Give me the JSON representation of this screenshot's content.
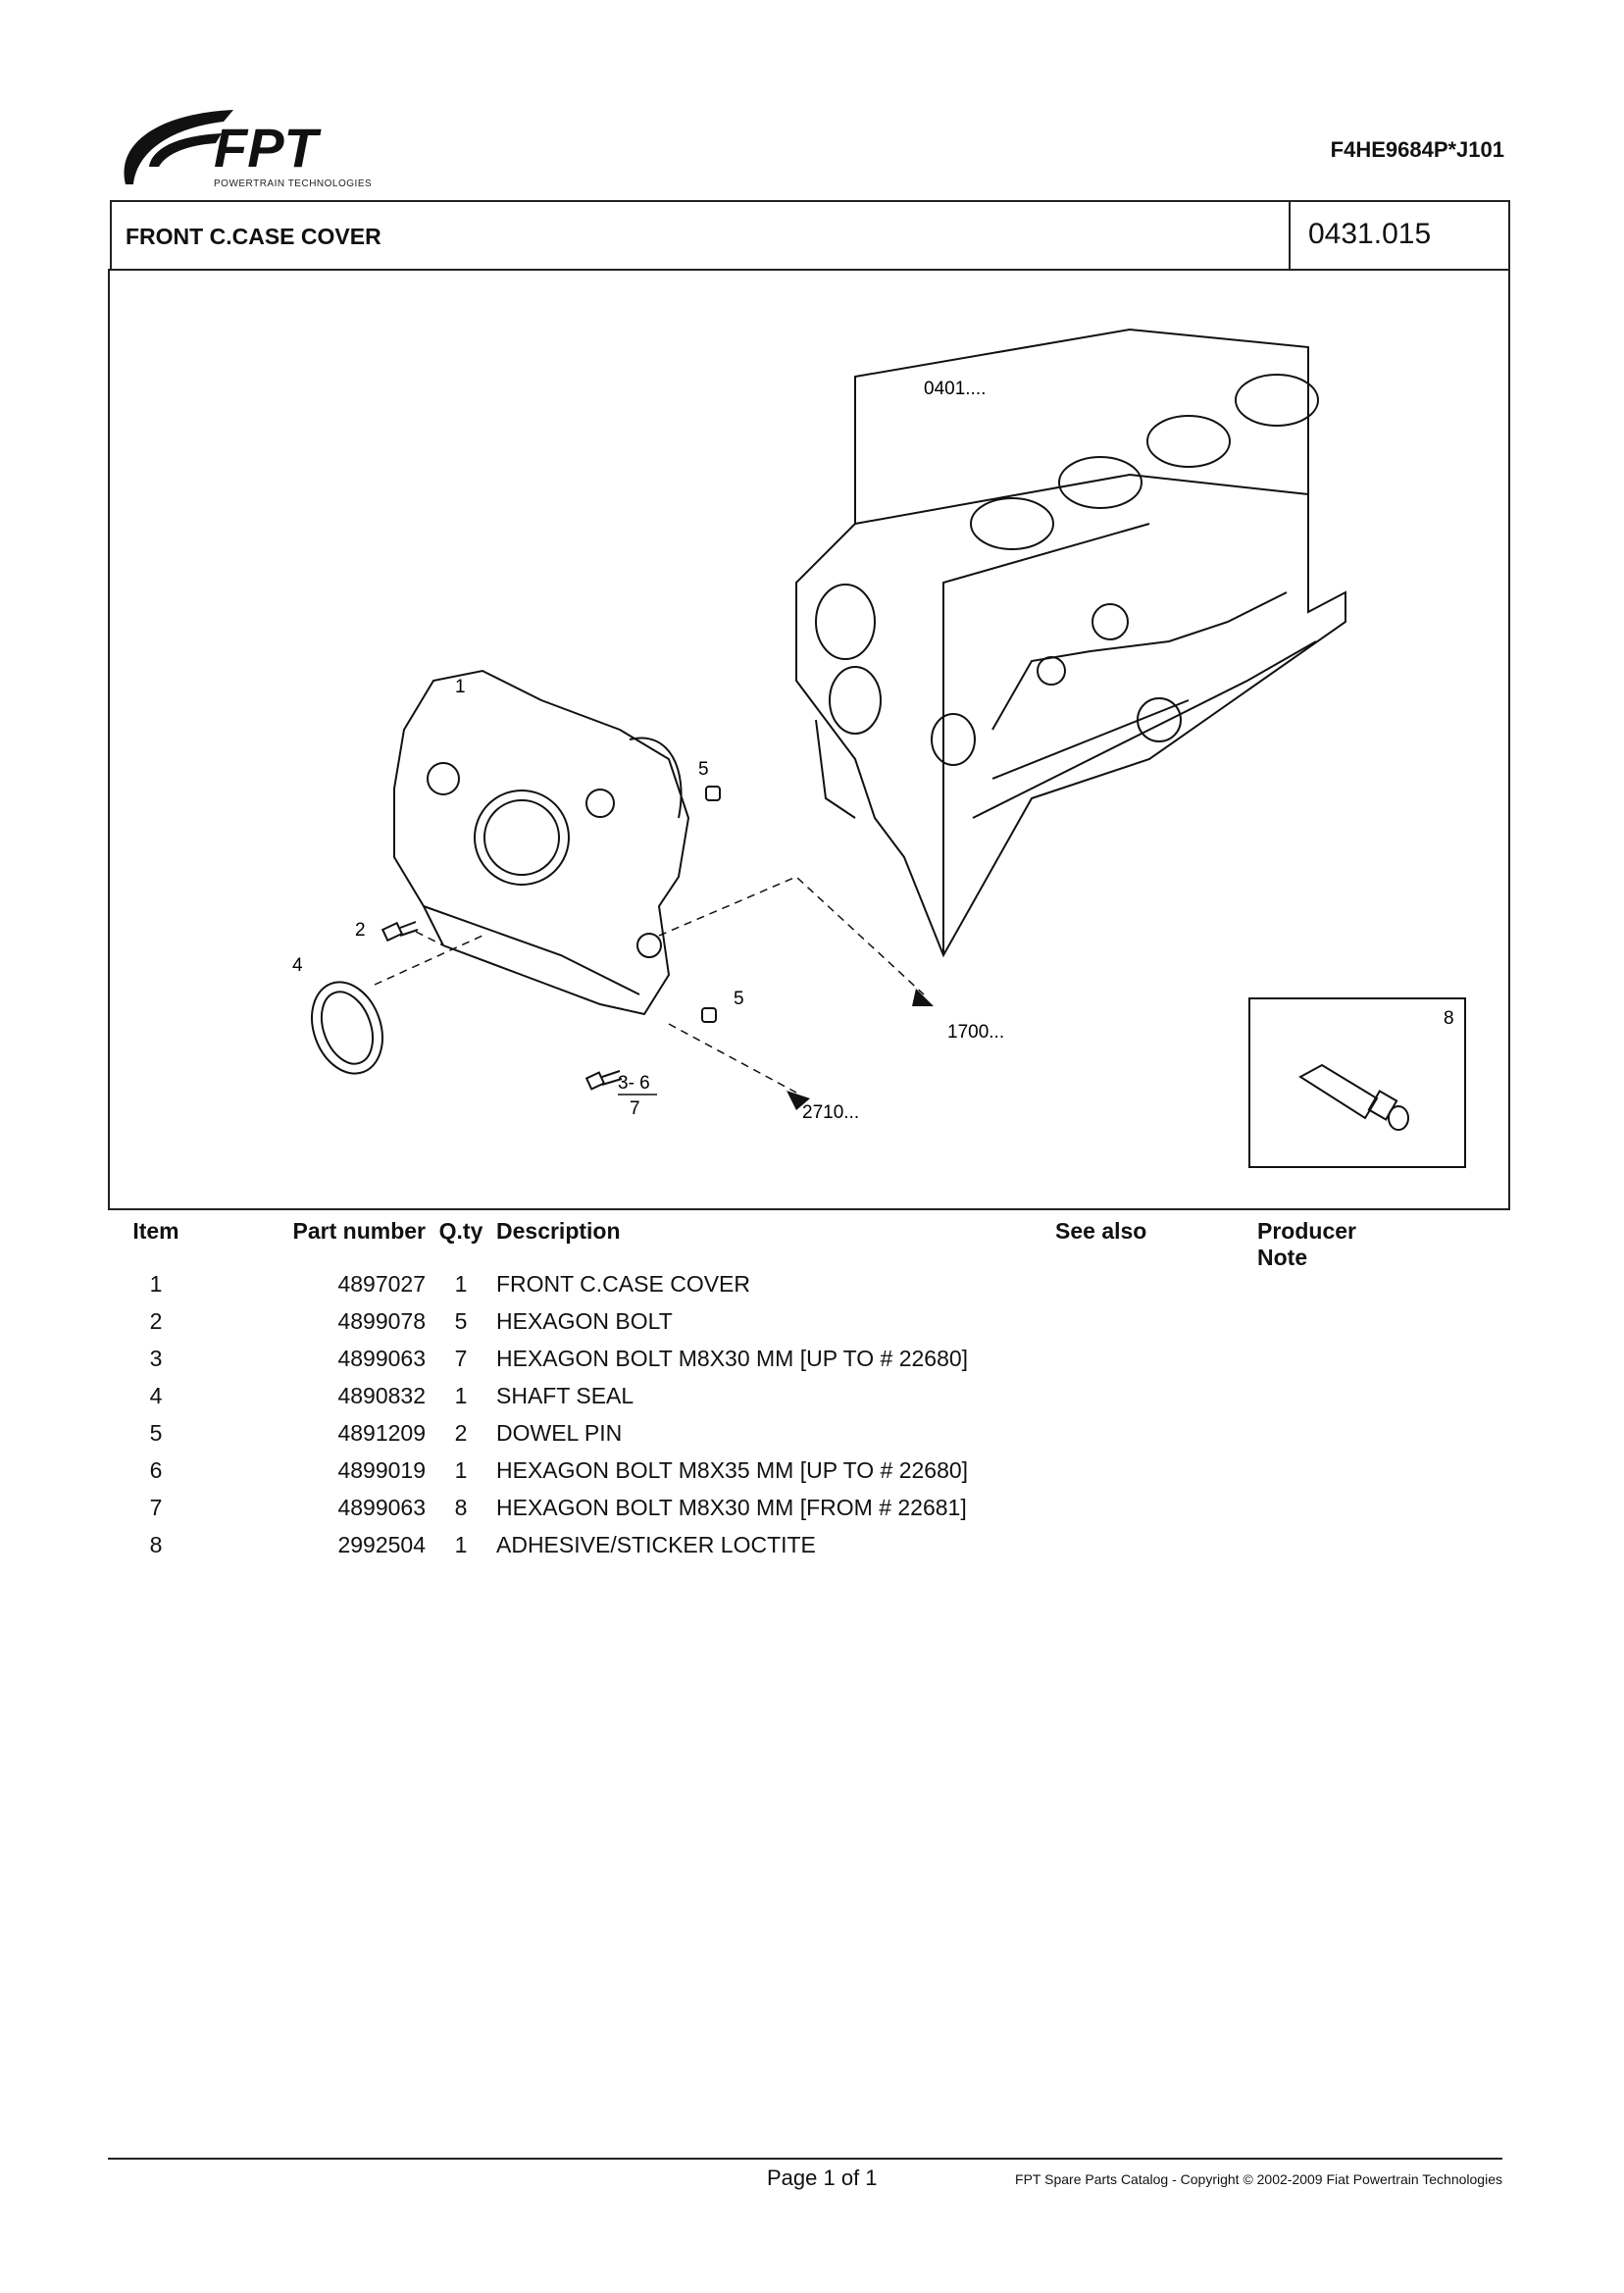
{
  "header": {
    "logo_text": "FPT",
    "logo_subtitle": "POWERTRAIN TECHNOLOGIES",
    "model_code": "F4HE9684P*J101"
  },
  "title_block": {
    "title": "FRONT C.CASE COVER",
    "group_code": "0431.015"
  },
  "diagram": {
    "callouts": [
      "1",
      "2",
      "4",
      "5",
      "5",
      "3- 6",
      "7",
      "8"
    ],
    "refs": [
      "0401....",
      "1700...",
      "2710..."
    ]
  },
  "table": {
    "headers": [
      "Item",
      "Part number",
      "Q.ty",
      "Description",
      "See also",
      "Producer Note"
    ],
    "rows": [
      {
        "item": "1",
        "part": "4897027",
        "qty": "1",
        "desc": "FRONT C.CASE COVER"
      },
      {
        "item": "2",
        "part": "4899078",
        "qty": "5",
        "desc": "HEXAGON BOLT"
      },
      {
        "item": "3",
        "part": "4899063",
        "qty": "7",
        "desc": "HEXAGON BOLT M8X30 MM [UP TO # 22680]"
      },
      {
        "item": "4",
        "part": "4890832",
        "qty": "1",
        "desc": "SHAFT SEAL"
      },
      {
        "item": "5",
        "part": "4891209",
        "qty": "2",
        "desc": "DOWEL PIN"
      },
      {
        "item": "6",
        "part": "4899019",
        "qty": "1",
        "desc": "HEXAGON BOLT M8X35 MM [UP TO # 22680]"
      },
      {
        "item": "7",
        "part": "4899063",
        "qty": "8",
        "desc": "HEXAGON BOLT M8X30 MM [FROM # 22681]"
      },
      {
        "item": "8",
        "part": "2992504",
        "qty": "1",
        "desc": "ADHESIVE/STICKER LOCTITE"
      }
    ]
  },
  "footer": {
    "page": "Page 1 of 1",
    "copyright": "FPT Spare Parts Catalog - Copyright © 2002-2009 Fiat Powertrain Technologies"
  }
}
